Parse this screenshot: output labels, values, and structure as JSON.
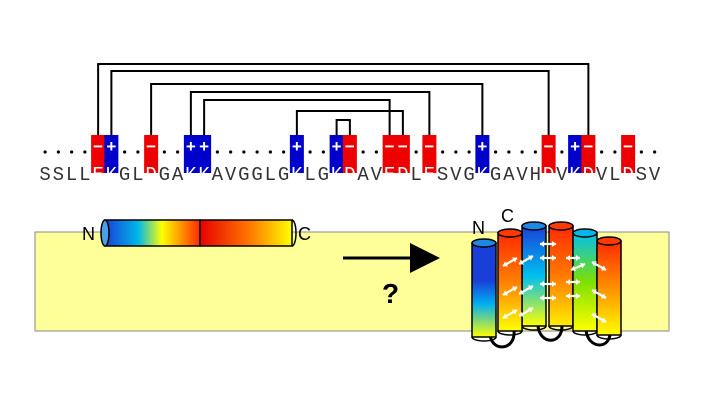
{
  "sequence": {
    "letters": "SSLLEKGLDGAKKAVGGLGKLGKDAVEDLESVGKGAVHDVKDVLDSV",
    "charges": {
      "4": "-",
      "5": "+",
      "8": "-",
      "11": "+",
      "12": "+",
      "19": "+",
      "22": "+",
      "23": "-",
      "26": "-",
      "27": "-",
      "29": "-",
      "33": "+",
      "38": "-",
      "40": "+",
      "41": "-",
      "44": "-"
    },
    "links": [
      [
        4,
        41
      ],
      [
        5,
        38
      ],
      [
        8,
        33
      ],
      [
        11,
        29
      ],
      [
        12,
        26
      ],
      [
        19,
        27
      ],
      [
        22,
        23
      ]
    ]
  },
  "colors": {
    "positive": "#0000cc",
    "negative": "#ee0000",
    "membrane": "#ffff99",
    "membrane_border": "#8a8a8a"
  },
  "unfolded_helix": {
    "n_label": "N",
    "c_label": "C"
  },
  "folded_bundle": {
    "n_label": "N",
    "c_label": "C",
    "helix_count": 5
  },
  "question_mark": "?",
  "arrow_icon": "right-arrow-icon"
}
